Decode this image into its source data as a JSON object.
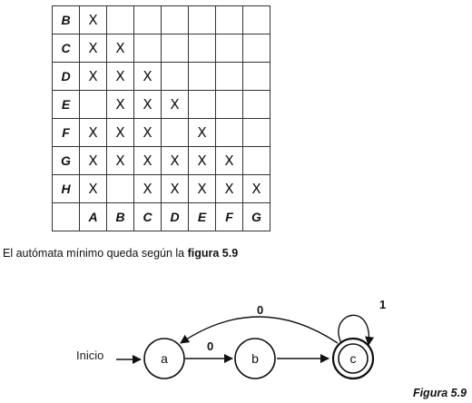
{
  "table": {
    "row_labels": [
      "B",
      "C",
      "D",
      "E",
      "F",
      "G",
      "H"
    ],
    "column_labels": [
      "A",
      "B",
      "C",
      "D",
      "E",
      "F",
      "G"
    ],
    "mark": "X",
    "cells": [
      [
        "X",
        "",
        "",
        "",
        "",
        "",
        ""
      ],
      [
        "X",
        "X",
        "",
        "",
        "",
        "",
        ""
      ],
      [
        "X",
        "X",
        "X",
        "",
        "",
        "",
        ""
      ],
      [
        "",
        "X",
        "X",
        "X",
        "",
        "",
        ""
      ],
      [
        "X",
        "X",
        "X",
        "",
        "X",
        "",
        ""
      ],
      [
        "X",
        "X",
        "X",
        "X",
        "X",
        "X",
        ""
      ],
      [
        "X",
        "",
        "X",
        "X",
        "X",
        "X",
        "X"
      ]
    ]
  },
  "sentence": {
    "before": "El autómata mínimo queda según la ",
    "bold": "figura 5.9"
  },
  "diagram": {
    "start_label": "Inicio",
    "states": [
      "a",
      "b",
      "c"
    ],
    "accepting_state": "c",
    "transitions": [
      {
        "from": "a",
        "to": "b",
        "label": "0"
      },
      {
        "from": "b",
        "to": "c",
        "label": ""
      },
      {
        "from": "c",
        "to": "a",
        "label": "0"
      },
      {
        "from": "c",
        "to": "c",
        "label": "1"
      }
    ],
    "caption": "Figura 5.9"
  }
}
